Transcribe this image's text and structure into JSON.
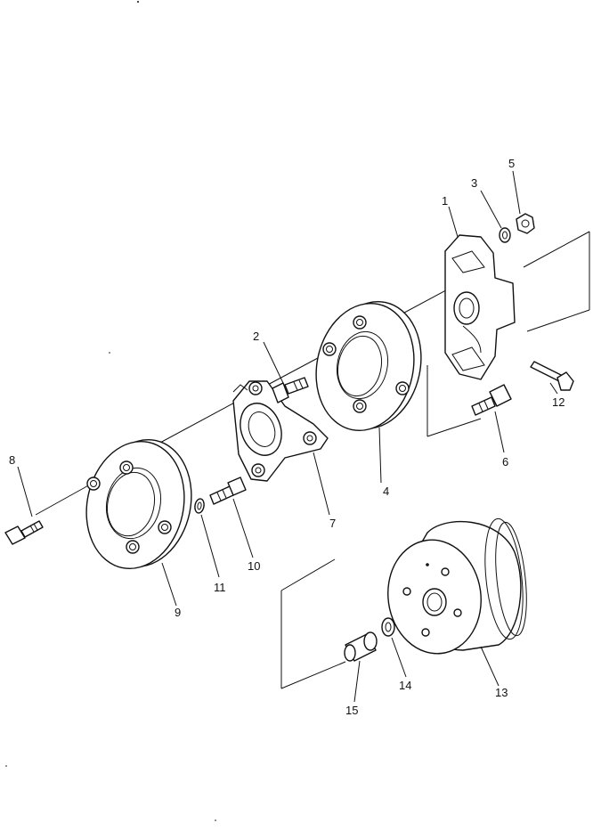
{
  "diagram": {
    "callouts": {
      "p1": "1",
      "p2": "2",
      "p3": "3",
      "p4": "4",
      "p5": "5",
      "p6": "6",
      "p7": "7",
      "p8": "8",
      "p9": "9",
      "p10": "10",
      "p11": "11",
      "p12": "12",
      "p13": "13",
      "p14": "14",
      "p15": "15"
    }
  }
}
